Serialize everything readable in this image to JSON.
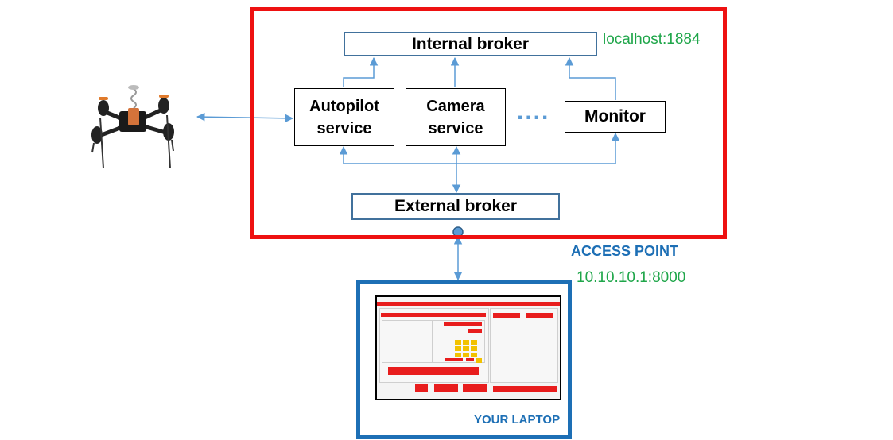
{
  "brokers": {
    "internal": "Internal broker",
    "external": "External broker"
  },
  "services": {
    "autopilot": "Autopilot\nservice",
    "camera": "Camera\nservice",
    "ellipsis": "....",
    "monitor": "Monitor"
  },
  "addresses": {
    "internal": "localhost:1884",
    "access_point": "10.10.10.1:8000"
  },
  "labels": {
    "access_point": "ACCESS POINT",
    "laptop": "YOUR LAPTOP"
  },
  "colors": {
    "frame_red": "#ee1111",
    "frame_blue": "#1d6fb5",
    "connector_blue": "#5b9bd5",
    "address_green": "#1fa64a"
  },
  "icons": {
    "drone": "quadcopter-drone-icon",
    "laptop_ui": "dashboard-screenshot-thumbnail"
  }
}
